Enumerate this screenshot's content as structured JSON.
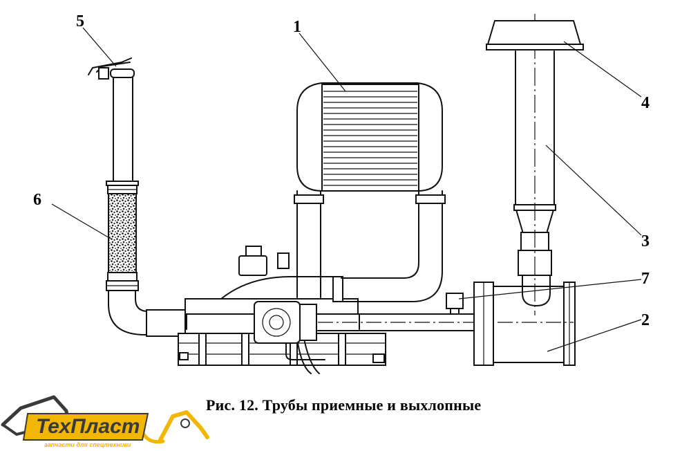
{
  "figure": {
    "caption": "Рис. 12. Трубы приемные и выхлопные",
    "callouts": [
      "1",
      "2",
      "3",
      "4",
      "5",
      "6",
      "7"
    ]
  },
  "logo": {
    "brand": "ТехПласт",
    "tagline": "запчасти для спецтехники",
    "colors": {
      "accent": "#f2b705",
      "dark": "#3a3a3a"
    }
  }
}
